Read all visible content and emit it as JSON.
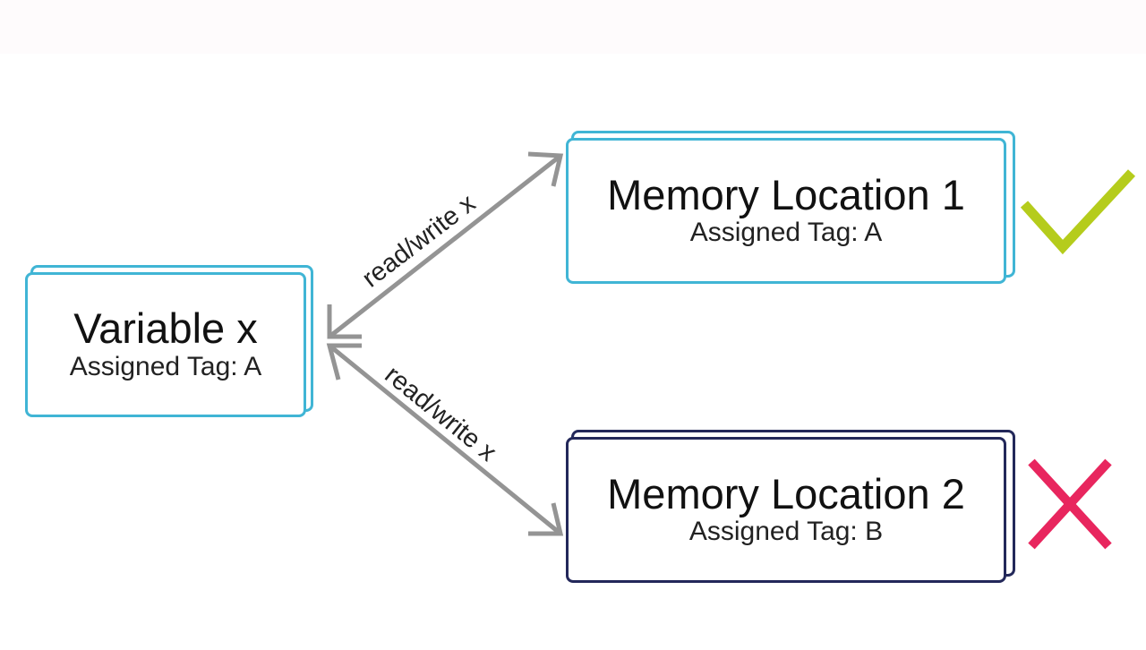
{
  "diagram": {
    "nodes": [
      {
        "id": "variable",
        "title": "Variable x",
        "subtitle": "Assigned Tag: A",
        "border_color": "#40b5d5"
      },
      {
        "id": "memory1",
        "title": "Memory Location 1",
        "subtitle": "Assigned Tag: A",
        "border_color": "#40b5d5",
        "status": "allowed"
      },
      {
        "id": "memory2",
        "title": "Memory Location 2",
        "subtitle": "Assigned Tag: B",
        "border_color": "#23285a",
        "status": "denied"
      }
    ],
    "edges": [
      {
        "from": "variable",
        "to": "memory1",
        "label": "read/write x",
        "direction": "bidirectional"
      },
      {
        "from": "variable",
        "to": "memory2",
        "label": "read/write x",
        "direction": "bidirectional"
      }
    ],
    "icons": {
      "check": {
        "name": "check-icon",
        "color": "#b5cc1c"
      },
      "cross": {
        "name": "cross-icon",
        "color": "#e8265e"
      }
    },
    "arrow_color": "#949494"
  }
}
